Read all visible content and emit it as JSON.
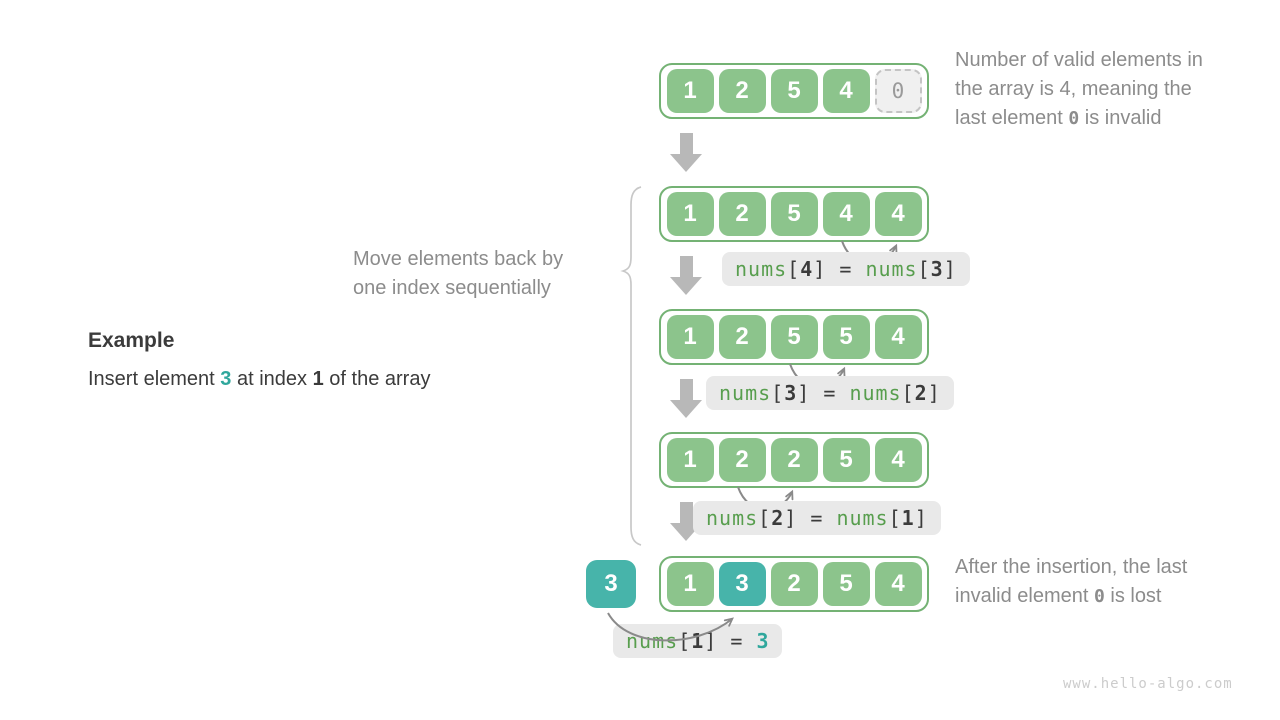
{
  "watermark": "www.hello-algo.com",
  "colors": {
    "cell_green": "#8cc48c",
    "container_border": "#74b274",
    "teal": "#47b4aa",
    "label_bg": "#e9e9e9",
    "code_green": "#589e4e",
    "code_dark": "#3b3b3b",
    "code_teal": "#2fa79c",
    "note_gray": "#8c8c8c",
    "arrow_gray": "#b8b8b8",
    "arc_gray": "#8a8a8a",
    "brace_gray": "#c8c8c8",
    "invalid_bg": "#f0f0f0",
    "invalid_border": "#c4c4c4",
    "invalid_text": "#9a9a9a",
    "title_dark": "#3b3b3b",
    "watermark_gray": "#cccccc"
  },
  "example": {
    "title": "Example",
    "insert_pre": "Insert element ",
    "insert_value": "3",
    "insert_mid": " at index ",
    "insert_index": "1",
    "insert_post": " of the array"
  },
  "move_note": {
    "line1": "Move elements back by",
    "line2": "one index sequentially"
  },
  "notes": {
    "top": {
      "line1": "Number of valid elements in",
      "line2": "the array is 4, meaning the",
      "line3_pre": "last element ",
      "line3_code": "0",
      "line3_post": " is invalid"
    },
    "bottom": {
      "line1": "After the insertion, the last",
      "line2_pre": "invalid element ",
      "line2_code": "0",
      "line2_post": " is lost"
    }
  },
  "inserted_value": "3",
  "arrays": [
    {
      "cells": [
        {
          "v": "1"
        },
        {
          "v": "2"
        },
        {
          "v": "5"
        },
        {
          "v": "4"
        },
        {
          "v": "0",
          "variant": "invalid"
        }
      ]
    },
    {
      "cells": [
        {
          "v": "1"
        },
        {
          "v": "2"
        },
        {
          "v": "5"
        },
        {
          "v": "4"
        },
        {
          "v": "4"
        }
      ]
    },
    {
      "cells": [
        {
          "v": "1"
        },
        {
          "v": "2"
        },
        {
          "v": "5"
        },
        {
          "v": "5"
        },
        {
          "v": "4"
        }
      ]
    },
    {
      "cells": [
        {
          "v": "1"
        },
        {
          "v": "2"
        },
        {
          "v": "2"
        },
        {
          "v": "5"
        },
        {
          "v": "4"
        }
      ]
    },
    {
      "cells": [
        {
          "v": "1"
        },
        {
          "v": "3",
          "variant": "teal"
        },
        {
          "v": "2"
        },
        {
          "v": "5"
        },
        {
          "v": "4"
        }
      ]
    }
  ],
  "assignments": [
    {
      "tokens": [
        {
          "t": "nums",
          "c": "fn"
        },
        {
          "t": "[",
          "c": "br"
        },
        {
          "t": "4",
          "c": "idx"
        },
        {
          "t": "]",
          "c": "br"
        },
        {
          "t": " = ",
          "c": "op"
        },
        {
          "t": "nums",
          "c": "fn"
        },
        {
          "t": "[",
          "c": "br"
        },
        {
          "t": "3",
          "c": "idx"
        },
        {
          "t": "]",
          "c": "br"
        }
      ]
    },
    {
      "tokens": [
        {
          "t": "nums",
          "c": "fn"
        },
        {
          "t": "[",
          "c": "br"
        },
        {
          "t": "3",
          "c": "idx"
        },
        {
          "t": "]",
          "c": "br"
        },
        {
          "t": " = ",
          "c": "op"
        },
        {
          "t": "nums",
          "c": "fn"
        },
        {
          "t": "[",
          "c": "br"
        },
        {
          "t": "2",
          "c": "idx"
        },
        {
          "t": "]",
          "c": "br"
        }
      ]
    },
    {
      "tokens": [
        {
          "t": "nums",
          "c": "fn"
        },
        {
          "t": "[",
          "c": "br"
        },
        {
          "t": "2",
          "c": "idx"
        },
        {
          "t": "]",
          "c": "br"
        },
        {
          "t": " = ",
          "c": "op"
        },
        {
          "t": "nums",
          "c": "fn"
        },
        {
          "t": "[",
          "c": "br"
        },
        {
          "t": "1",
          "c": "idx"
        },
        {
          "t": "]",
          "c": "br"
        }
      ]
    },
    {
      "tokens": [
        {
          "t": "nums",
          "c": "fn"
        },
        {
          "t": "[",
          "c": "br"
        },
        {
          "t": "1",
          "c": "idx"
        },
        {
          "t": "]",
          "c": "br"
        },
        {
          "t": " = ",
          "c": "op"
        },
        {
          "t": "3",
          "c": "val"
        }
      ]
    }
  ]
}
